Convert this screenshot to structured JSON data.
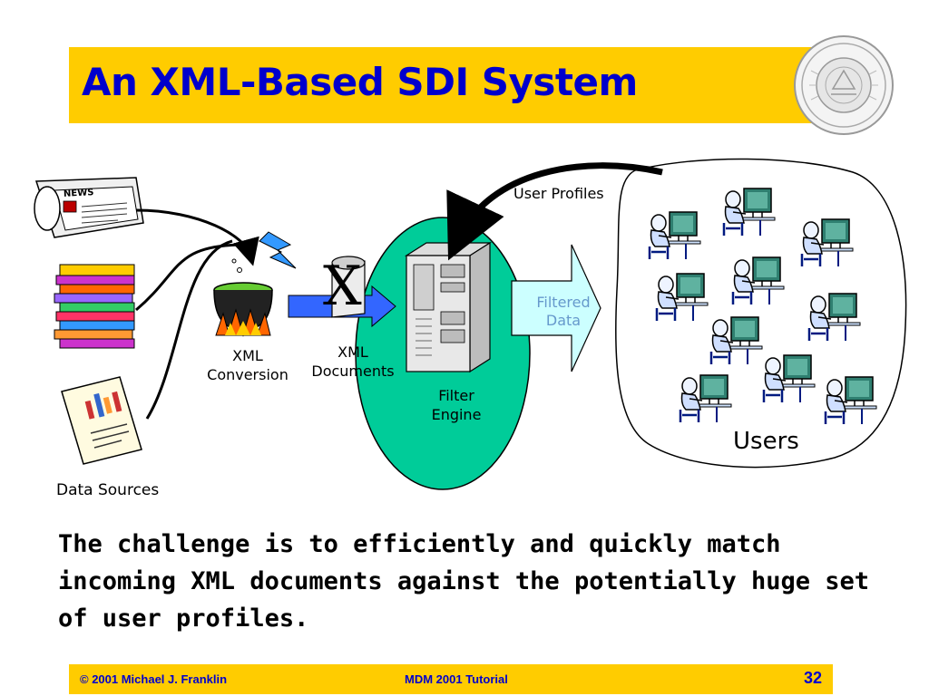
{
  "slide": {
    "title": "An XML-Based SDI System",
    "description": "The challenge is to efficiently and quickly match incoming XML documents against the potentially huge set of user profiles.",
    "footer": {
      "copyright": "© 2001 Michael J. Franklin",
      "event": "MDM 2001 Tutorial",
      "page_number": "32"
    }
  },
  "diagram": {
    "newspaper_text": "NEWS",
    "labels": {
      "data_sources": "Data Sources",
      "xml_conversion_line1": "XML",
      "xml_conversion_line2": "Conversion",
      "xml_documents_line1": "XML",
      "xml_documents_line2": "Documents",
      "xml_glyph": "X",
      "filter_engine_line1": "Filter",
      "filter_engine_line2": "Engine",
      "filtered_data_line1": "Filtered",
      "filtered_data_line2": "Data",
      "user_profiles": "User Profiles",
      "users": "Users"
    },
    "colors": {
      "title_bar": "#FFCC00",
      "title_text": "#0000CC",
      "filter_ellipse": "#00CC99",
      "arrow_blue": "#3366FF",
      "filtered_arrow": "#CCFFFF",
      "filtered_text": "#6699CC"
    },
    "icons": [
      "newspaper-icon",
      "document-stack-icon",
      "chart-document-icon",
      "cauldron-icon",
      "lightning-icon",
      "xml-scroll-icon",
      "server-icon",
      "user-at-computer-icon",
      "university-seal-icon"
    ]
  }
}
